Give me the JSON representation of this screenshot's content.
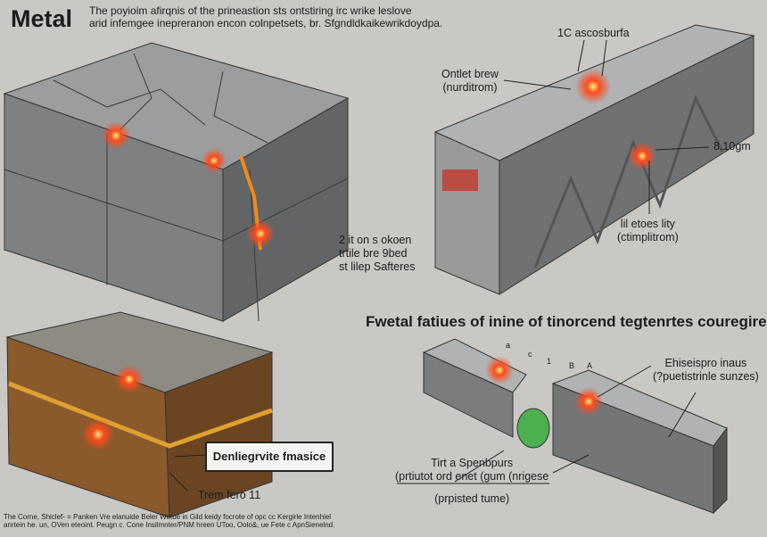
{
  "header": {
    "title": "Metal",
    "intro_lines": [
      "The poyioim afirqnis of the prineastion sts ontstiring irc wrike leslove",
      "arid infemgee inepreranon encon colnpetsets, br. Sfgndldkaikewrikdoydpa."
    ]
  },
  "left_block_labels": {
    "crack_note": [
      "2 it on s okoen",
      "trtile bre 9bed",
      "st lilep Safteres"
    ],
    "callout": "Denliegrvite fmasice",
    "bottom_note": "Trem fero 11"
  },
  "beam_top_labels": {
    "top": "1C ascosburfa",
    "left": [
      "Ontlet brew",
      "(nurditrom)"
    ],
    "right": "8.10gm",
    "bottom": [
      "lil etoes lity",
      "(ctimplitrom)"
    ]
  },
  "section2": {
    "title": "Fwetal fatiues of  inine of tinorcend tegtenrtes couregire",
    "markers": [
      "a",
      "c",
      "1",
      "B",
      "A"
    ],
    "right_label": [
      "Ehiseispro inaus",
      "(?puetistrinle sunzes)"
    ],
    "bottom_label": [
      "Tirt a Spenbpurs",
      "(prtiutot ord enet  (gum (nrigese",
      "(prpisted tume)"
    ]
  },
  "footer_lines": [
    "The Corne, Shiclef- = Panken Vre elanuide Beler Wetue in Gild keidy focrote of opc cc Kergirle Intenhiel",
    "anrtein he. un, OVen eteoint. Peugn c. Cone Insilmnter/PNM hreen UToo, Oolo&, ue Fete c ApnSienelnd."
  ],
  "colors": {
    "background": "#c9c8c4",
    "steel": "#8d8f91",
    "glow": "#ff4a1c",
    "rust": "#8a5a2c"
  }
}
